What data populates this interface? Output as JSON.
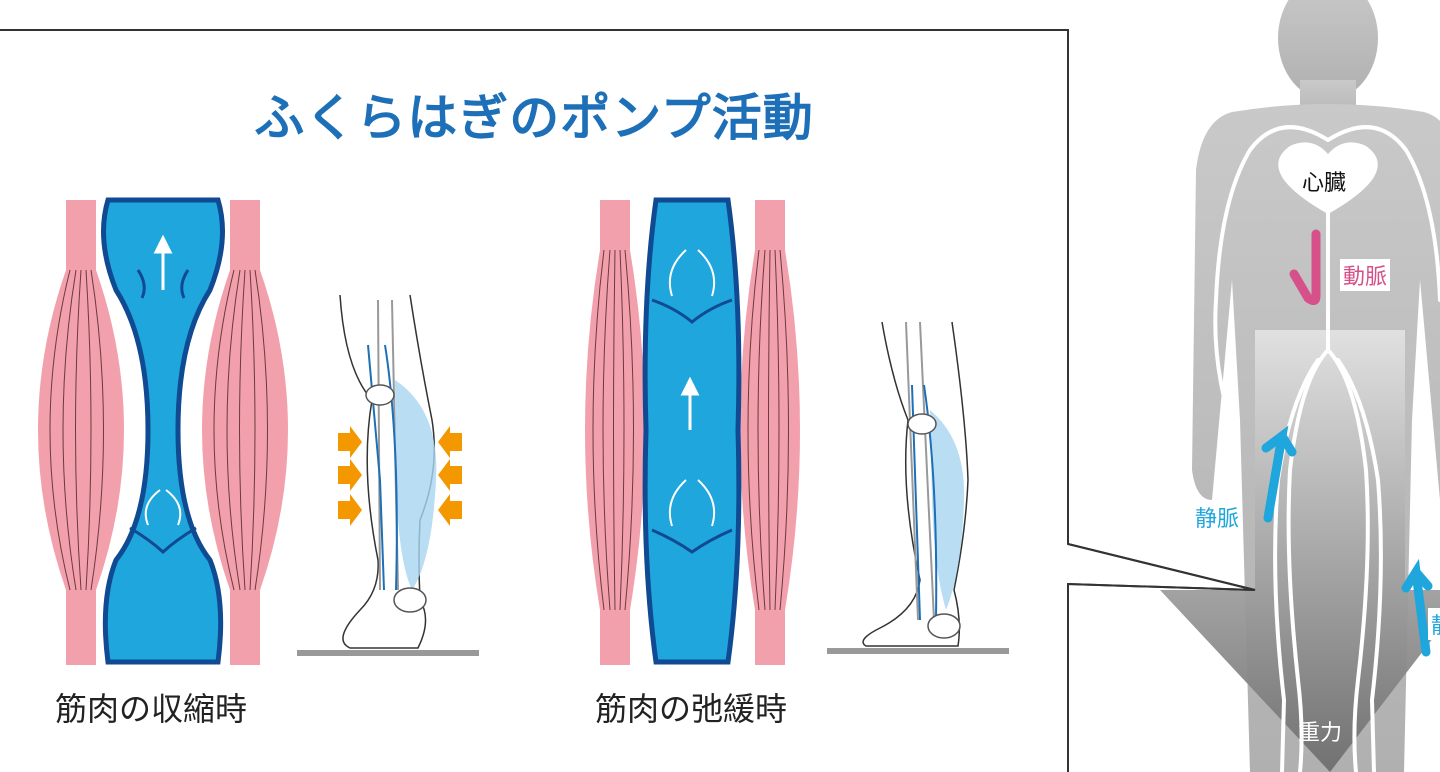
{
  "title": "ふくらはぎのポンプ活動",
  "panels": [
    {
      "caption": "筋肉の収縮時"
    },
    {
      "caption": "筋肉の弛緩時"
    }
  ],
  "body_labels": {
    "heart": "心臓",
    "artery": "動脈",
    "vein": "静脈",
    "vein_partial": "静",
    "gravity": "重力"
  },
  "colors": {
    "title": "#1d6fb8",
    "muscle": "#f2a0ab",
    "vein_fill": "#1ea6dd",
    "vein_outline": "#0f4a92",
    "arrow_orange": "#f39800",
    "artery_pink": "#d6508a",
    "body_gray": "#c8c8c8"
  }
}
